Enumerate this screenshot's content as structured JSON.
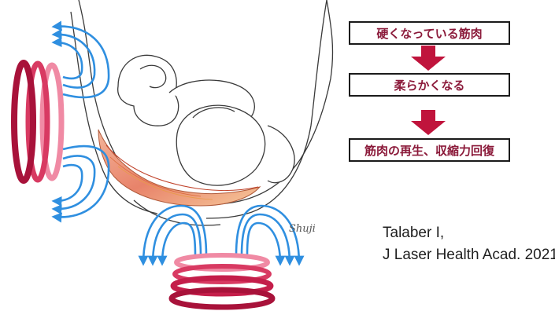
{
  "flow": {
    "step1": "硬くなっている筋肉",
    "step2": "柔らかくなる",
    "step3": "筋肉の再生、収縮力回復",
    "text_color": "#8b1a3a",
    "arrow_color": "#c0143c"
  },
  "citation": {
    "author": "Talaber I,",
    "source": "J Laser Health Acad. 2021"
  },
  "illustration": {
    "signature": "Shuji",
    "coil_colors": [
      "#a8123a",
      "#d83a62",
      "#f08aa4"
    ],
    "field_line_color": "#2f8fe0"
  }
}
